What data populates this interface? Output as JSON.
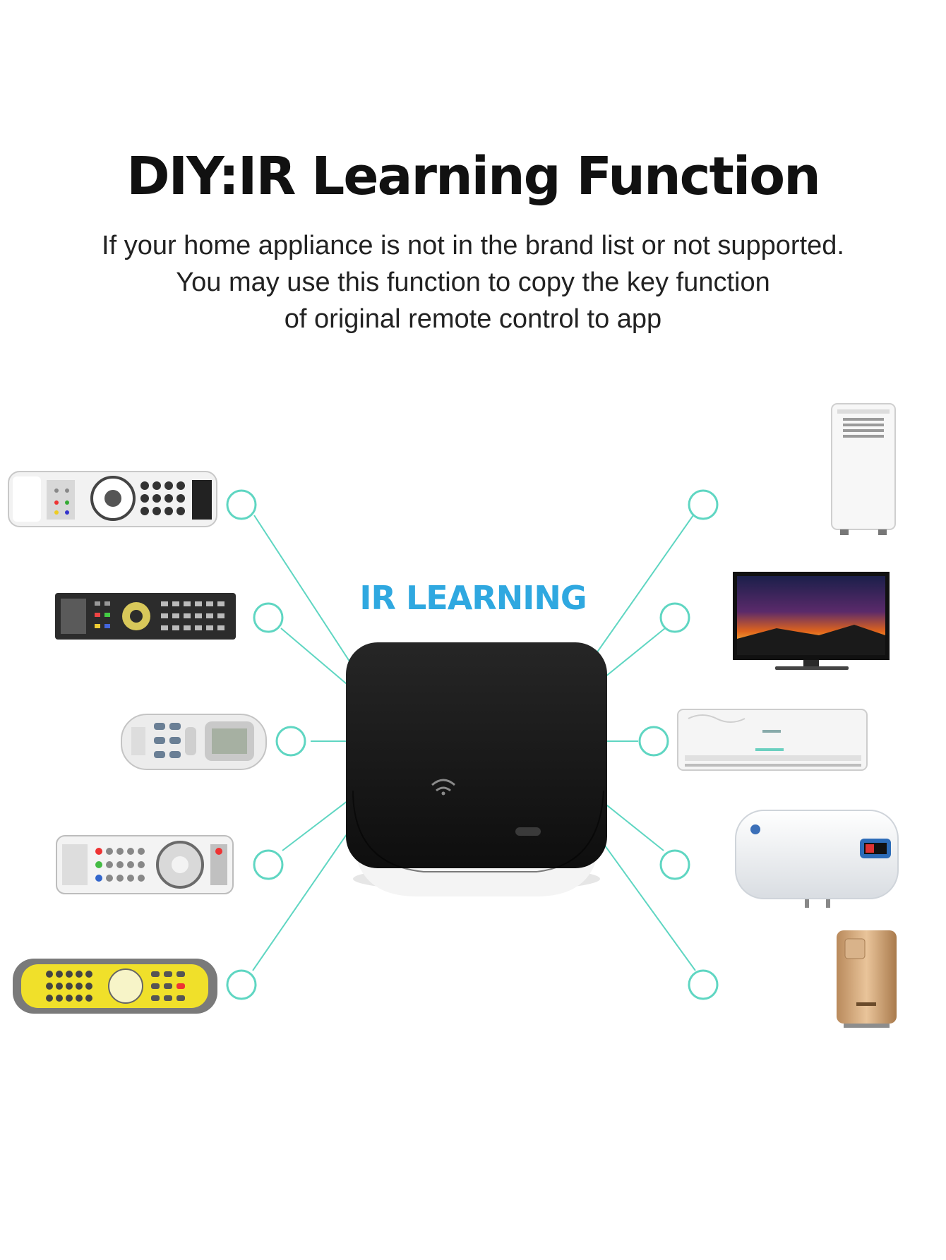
{
  "header": {
    "title": "DIY:IR Learning Function",
    "subtitle_lines": [
      "If your home appliance is not in the brand list or not supported.",
      "You may use this function to copy the key function",
      "of original remote control to app"
    ]
  },
  "center": {
    "label": "IR LEARNING",
    "label_color": "#2fa8e0",
    "device_color": "#121212",
    "connector_color": "#5fd6c2"
  },
  "left_items": [
    {
      "icon": "tv-remote-white-icon"
    },
    {
      "icon": "tv-remote-black-icon"
    },
    {
      "icon": "ac-remote-icon"
    },
    {
      "icon": "satellite-remote-icon"
    },
    {
      "icon": "yellow-universal-remote-icon"
    }
  ],
  "right_items": [
    {
      "icon": "portable-air-conditioner-icon"
    },
    {
      "icon": "television-icon"
    },
    {
      "icon": "split-air-conditioner-icon"
    },
    {
      "icon": "water-heater-icon"
    },
    {
      "icon": "air-purifier-icon"
    }
  ]
}
